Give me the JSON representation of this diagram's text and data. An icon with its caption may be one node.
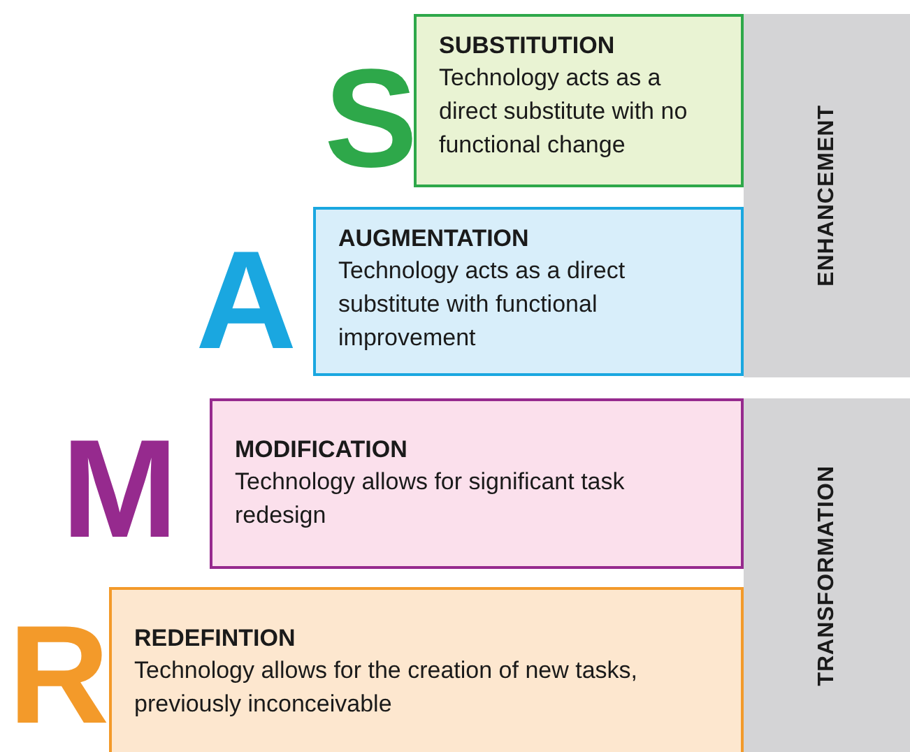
{
  "diagram": {
    "nodes": [
      {
        "text": [
          "SUBSTITUTION",
          "Technology acts as a direct substitute with no functional change"
        ],
        "beside": [
          "S"
        ]
      },
      {
        "text": [
          "AUGMENTATION",
          "Technology acts as a direct substitute with functional improvement"
        ],
        "beside": [
          "A"
        ]
      },
      {
        "text": [
          "MODIFICATION",
          "Technology allows for significant task redesign"
        ],
        "beside": [
          "M"
        ]
      },
      {
        "text": [
          "REDEFINTION",
          "Technology allows for the creation of new tasks, previously inconceivable"
        ],
        "beside": [
          "R"
        ]
      },
      {
        "text": [
          "ENHANCEMENT"
        ]
      },
      {
        "text": [
          "TRANSFORMATION"
        ]
      }
    ]
  }
}
